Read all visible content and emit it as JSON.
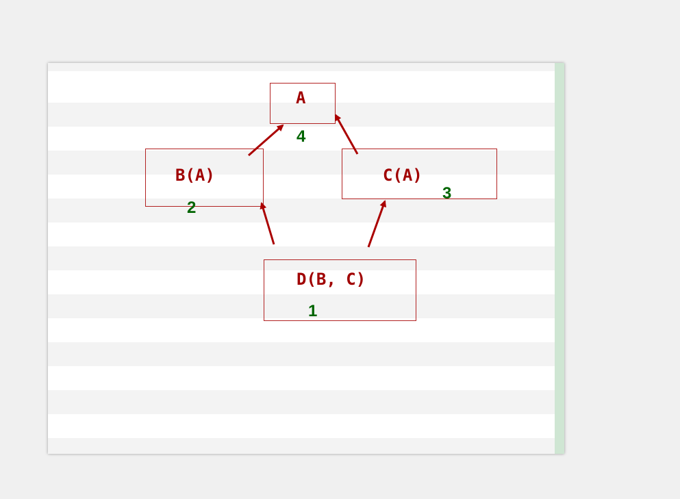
{
  "diagram": {
    "nodes": [
      {
        "id": "A",
        "label": "A",
        "order": "4"
      },
      {
        "id": "B",
        "label": "B(A)",
        "order": "2"
      },
      {
        "id": "C",
        "label": "C(A)",
        "order": "3"
      },
      {
        "id": "D",
        "label": "D(B, C)",
        "order": "1"
      }
    ],
    "edges": [
      {
        "from": "B",
        "to": "A"
      },
      {
        "from": "C",
        "to": "A"
      },
      {
        "from": "D",
        "to": "B"
      },
      {
        "from": "D",
        "to": "C"
      }
    ],
    "colors": {
      "node_border": "#b22222",
      "label": "#a00000",
      "order_number": "#006400",
      "arrow": "#aa0000",
      "scrollbar": "#cfe6d3"
    }
  }
}
